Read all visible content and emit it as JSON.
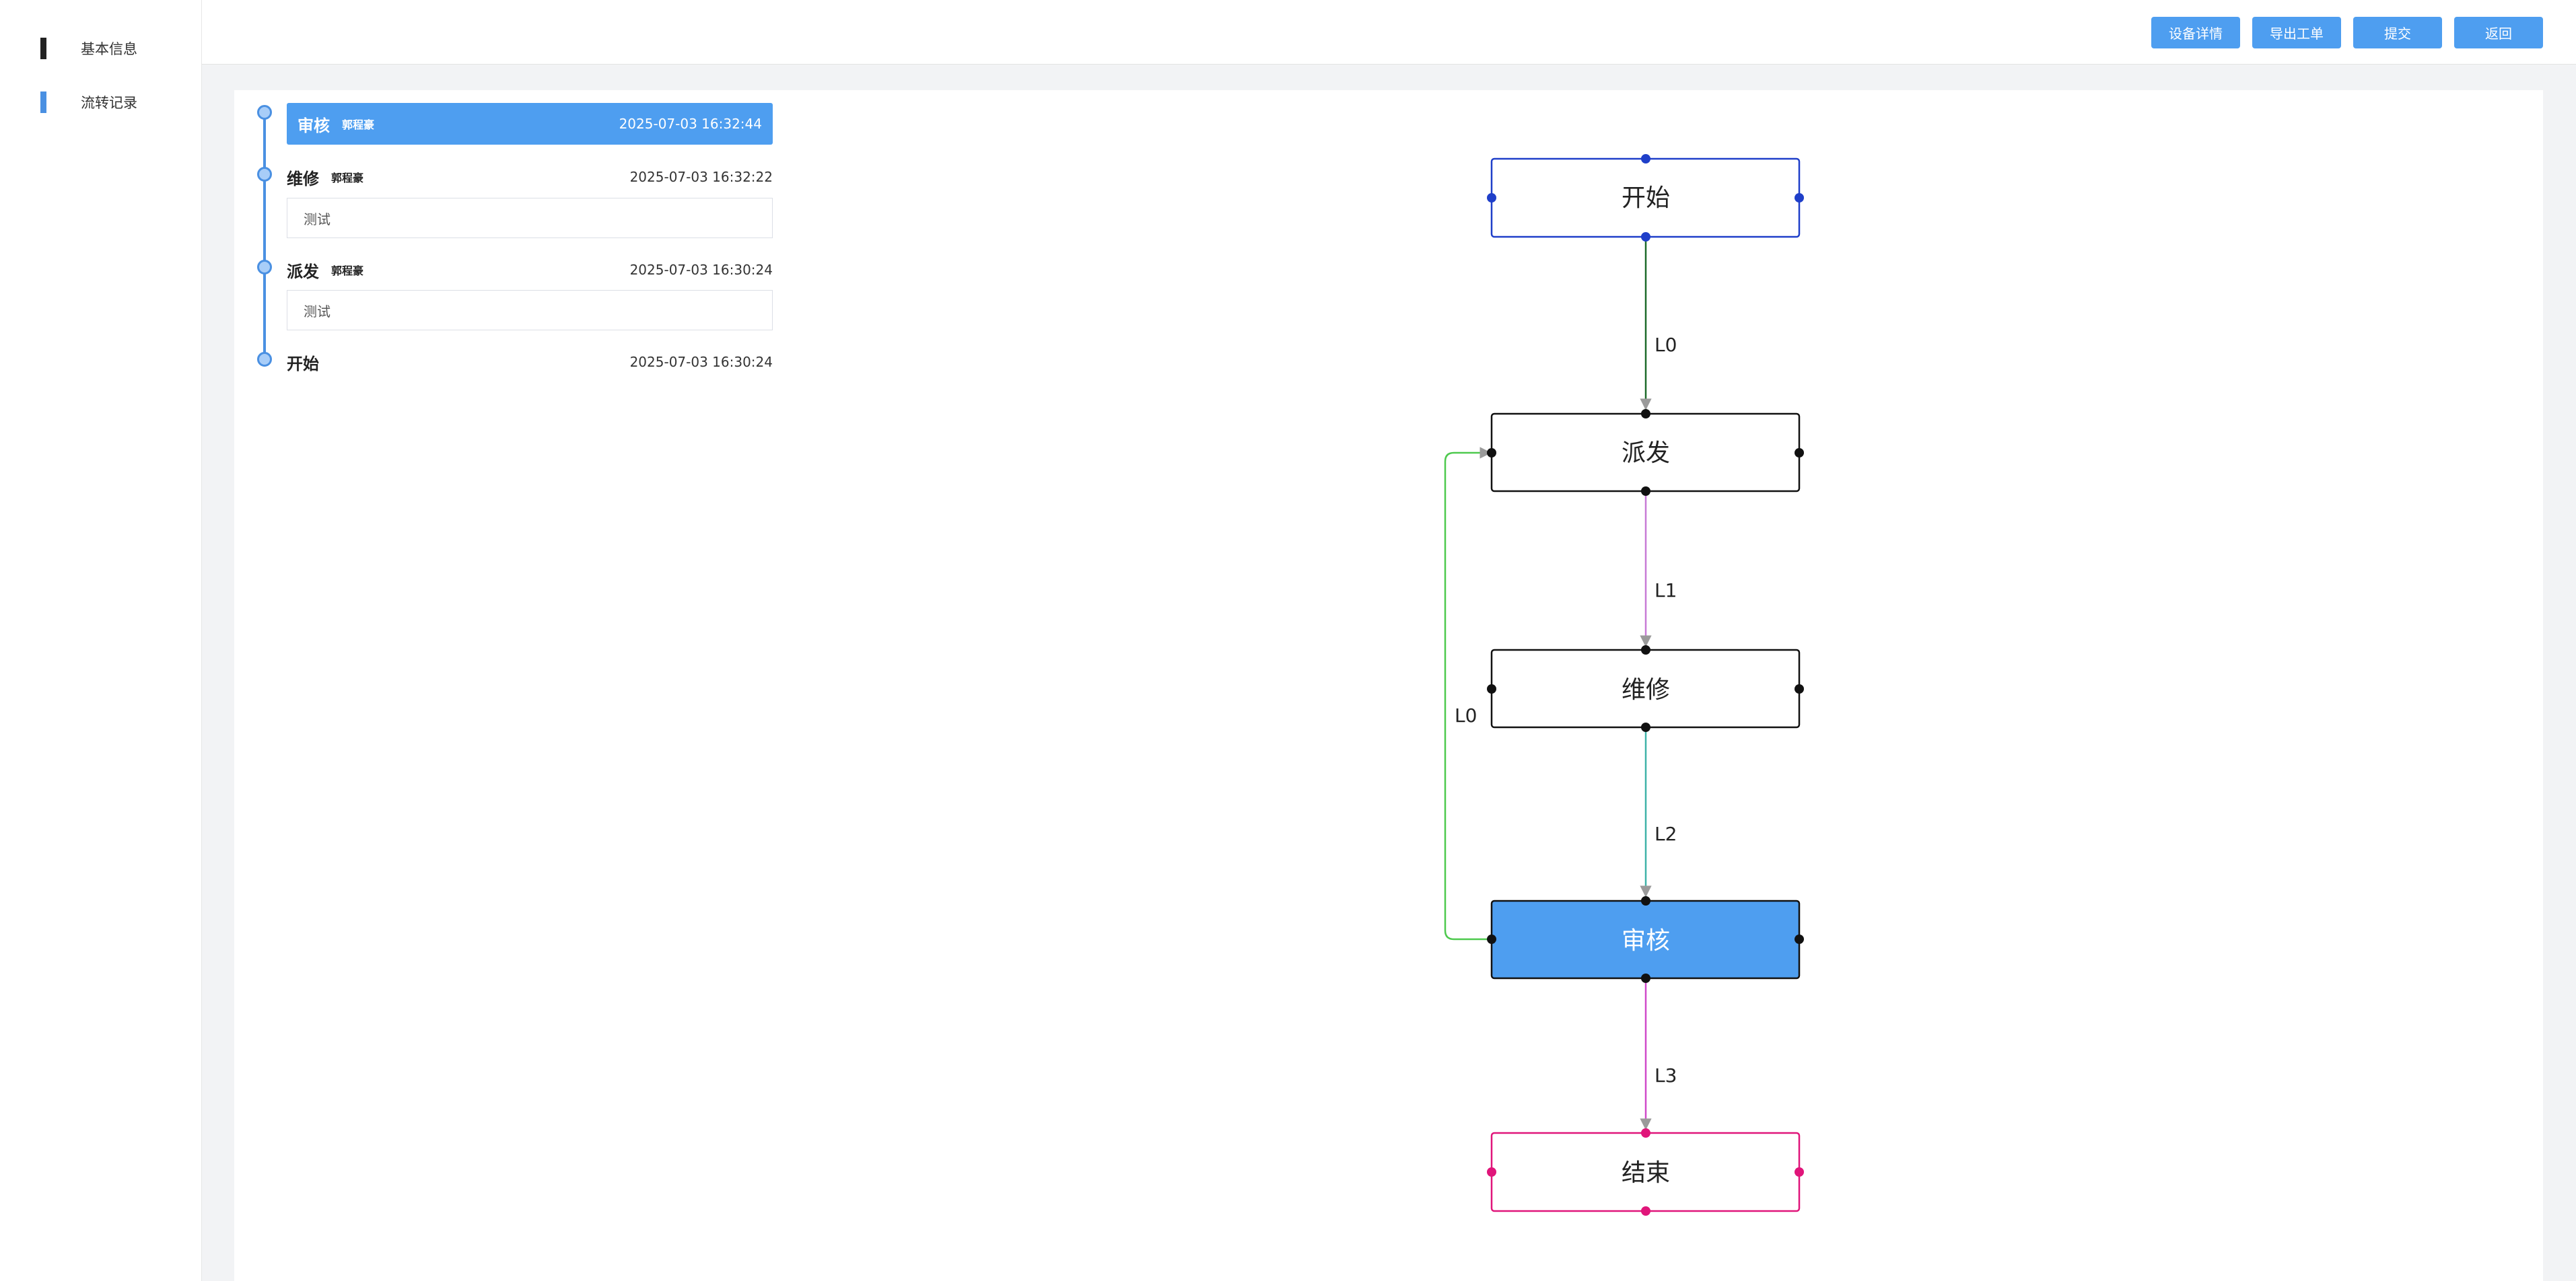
{
  "nav": {
    "items": [
      {
        "label": "基本信息"
      },
      {
        "label": "流转记录"
      }
    ]
  },
  "toolbar": {
    "device_detail": "设备详情",
    "export_order": "导出工单",
    "submit": "提交",
    "back": "返回"
  },
  "timeline": [
    {
      "title": "审核",
      "user": "郭程豪",
      "time": "2025-07-03 16:32:44",
      "comment": ""
    },
    {
      "title": "维修",
      "user": "郭程豪",
      "time": "2025-07-03 16:32:22",
      "comment": "测试"
    },
    {
      "title": "派发",
      "user": "郭程豪",
      "time": "2025-07-03 16:30:24",
      "comment": "测试"
    },
    {
      "title": "开始",
      "user": "",
      "time": "2025-07-03 16:30:24",
      "comment": ""
    }
  ],
  "flow": {
    "nodes": [
      {
        "id": "start",
        "label": "开始",
        "color": "#1f3fc9"
      },
      {
        "id": "dispatch",
        "label": "派发",
        "color": "#111111"
      },
      {
        "id": "repair",
        "label": "维修",
        "color": "#111111"
      },
      {
        "id": "review",
        "label": "审核",
        "color": "#111111",
        "fill": "#4e9ef0",
        "active": true
      },
      {
        "id": "end",
        "label": "结束",
        "color": "#e0157a"
      }
    ],
    "edges": [
      {
        "from": "start",
        "to": "dispatch",
        "label": "L0",
        "color": "#1d6b2a"
      },
      {
        "from": "dispatch",
        "to": "repair",
        "label": "L1",
        "color": "#c77ad6"
      },
      {
        "from": "repair",
        "to": "review",
        "label": "L2",
        "color": "#3fb3a8"
      },
      {
        "from": "review",
        "to": "dispatch",
        "label": "L0",
        "color": "#4ec94e"
      },
      {
        "from": "review",
        "to": "end",
        "label": "L3",
        "color": "#d04ac9"
      }
    ]
  }
}
